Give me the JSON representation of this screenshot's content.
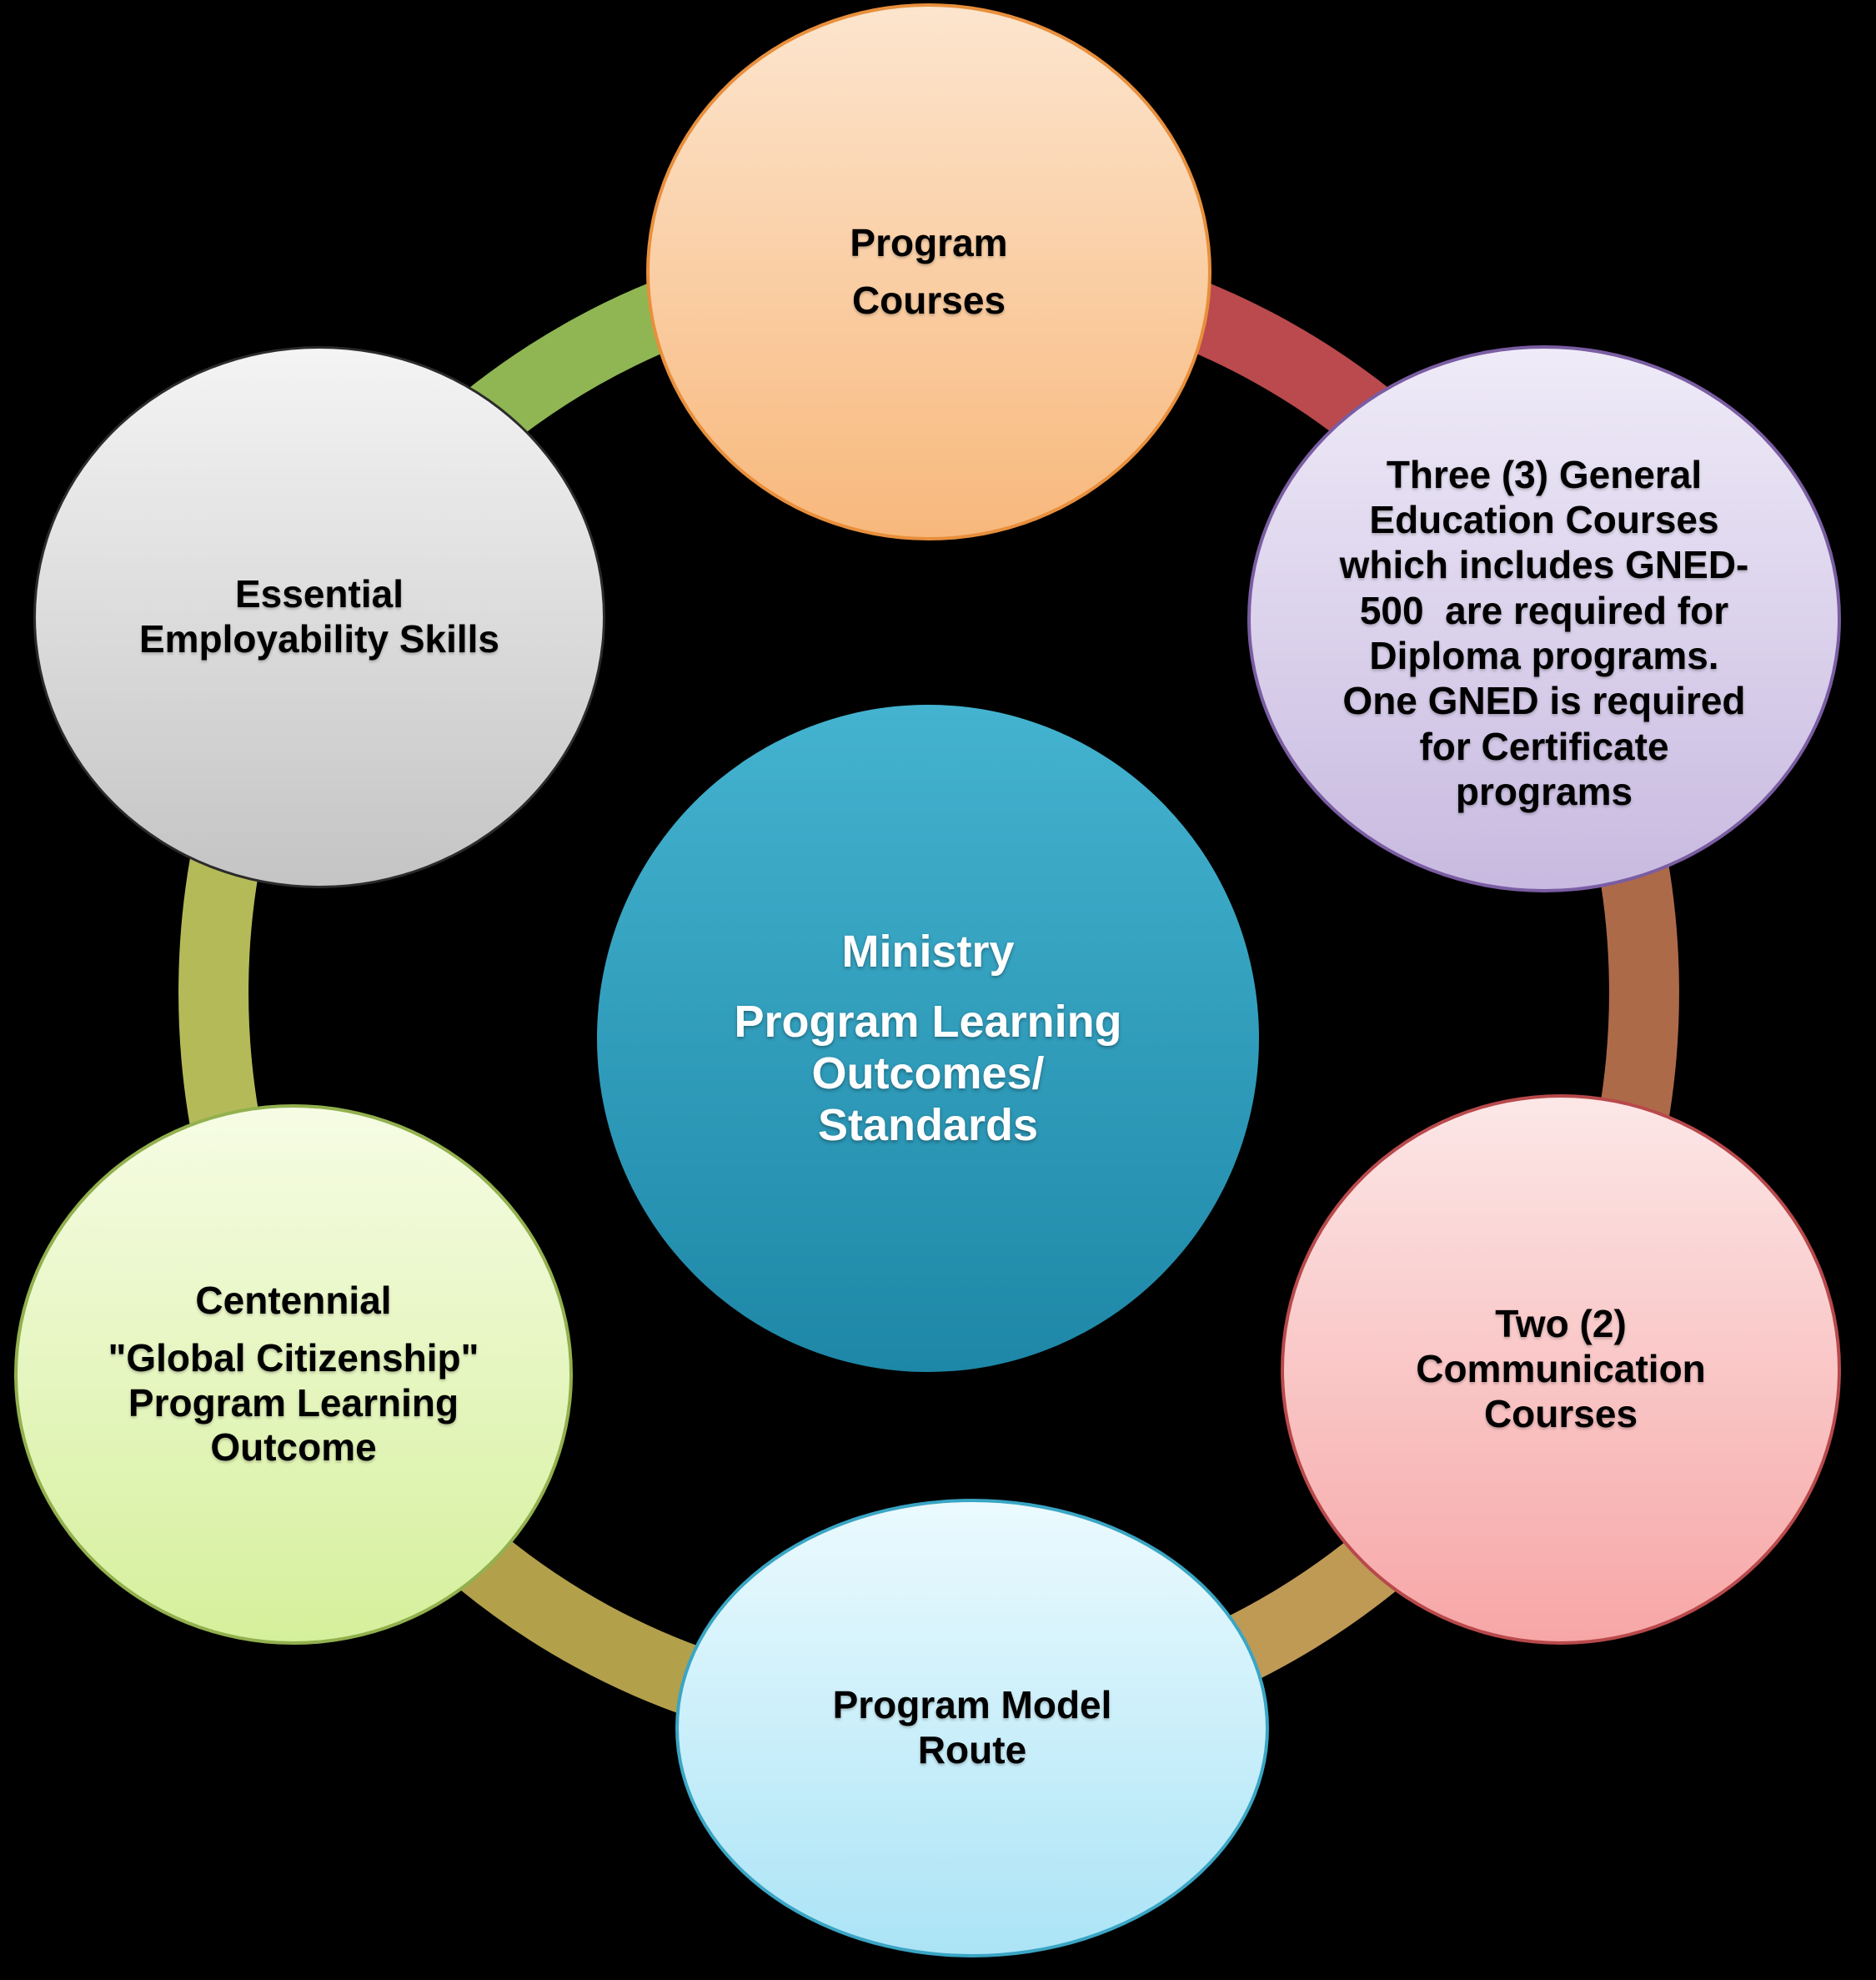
{
  "background_color": "#000000",
  "nodes": {
    "top": {
      "label": "Program Courses",
      "lines": [
        "Program",
        "Courses"
      ],
      "fill_top": "#FCE5CE",
      "fill_bottom": "#F8B87C",
      "border_color": "#E88F3C",
      "text_color": "#000000"
    },
    "upper_left": {
      "label": "Essential Employability Skills",
      "lines": [
        "Essential",
        "Employability Skills"
      ],
      "fill_top": "#F4F4F4",
      "fill_bottom": "#C4C4C4",
      "border_color": "#2B2B2B",
      "text_color": "#000000"
    },
    "upper_right": {
      "label": "Three (3) General Education Courses which includes GNED-500 are required for Diploma programs. One GNED is required for Certificate programs",
      "lines": [
        "Three (3) General",
        "Education Courses",
        "which includes GNED-",
        "500  are required for",
        "Diploma programs.",
        "One GNED is required",
        "for Certificate",
        "programs"
      ],
      "fill_top": "#EFEBF8",
      "fill_bottom": "#C8BAE0",
      "border_color": "#7A5DA2",
      "text_color": "#000000"
    },
    "center": {
      "label": "Ministry Program Learning Outcomes/ Standards",
      "lines": [
        "Ministry",
        "Program Learning",
        "Outcomes/",
        "Standards"
      ],
      "fill_top": "#44B3D0",
      "fill_bottom": "#1E87A7",
      "border_color": "",
      "text_color": "#FFFFFF"
    },
    "right": {
      "label": "Two (2) Communication Courses",
      "lines": [
        "Two (2)",
        "Communication",
        "Courses"
      ],
      "fill_top": "#FCE7E7",
      "fill_bottom": "#F7A6A6",
      "border_color": "#B8494B",
      "text_color": "#000000"
    },
    "bottom": {
      "label": "Program Model Route",
      "lines": [
        "Program Model",
        "Route"
      ],
      "fill_top": "#EBFAFE",
      "fill_bottom": "#ABE4F6",
      "border_color": "#3AA5C4",
      "text_color": "#000000"
    },
    "lower_left": {
      "label": "Centennial \"Global Citizenship\" Program Learning Outcome",
      "lines": [
        "Centennial",
        "\"Global Citizenship\"",
        "Program Learning",
        "Outcome"
      ],
      "fill_top": "#F6FCE4",
      "fill_bottom": "#D5F09C",
      "border_color": "#92B04E",
      "text_color": "#000000"
    }
  },
  "ring": {
    "segments": [
      {
        "name": "gray-to-orange",
        "color": "#8FB653"
      },
      {
        "name": "orange-to-purple",
        "color": "#BA4A4D"
      },
      {
        "name": "purple-to-pink",
        "color": "#AD6A49"
      },
      {
        "name": "pink-to-bottom",
        "color": "#BF9A55"
      },
      {
        "name": "bottom-to-green",
        "color": "#B2A04B"
      },
      {
        "name": "green-to-gray",
        "color": "#B4BA58"
      }
    ]
  }
}
